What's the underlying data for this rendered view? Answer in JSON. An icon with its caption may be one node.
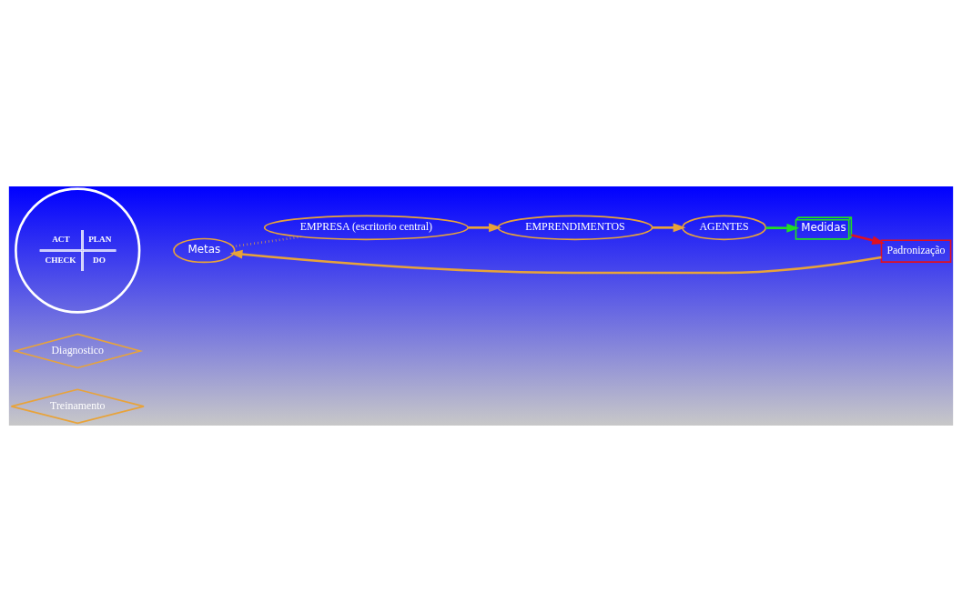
{
  "diagram": {
    "nodes": [
      {
        "text": [
          "Treinamento"
        ]
      },
      {
        "text": [
          "Diagnostico"
        ]
      },
      {
        "text": [
          "Metas"
        ]
      },
      {
        "text": [
          "EMPRESA (escritorio central)"
        ]
      },
      {
        "text": [
          "EMPRENDIMENTOS"
        ]
      },
      {
        "text": [
          "AGENTES"
        ]
      },
      {
        "text": [
          "ACT",
          "PLAN",
          "CHECK",
          "DO"
        ]
      },
      {
        "text": [
          "Padronização"
        ]
      },
      {
        "text": [
          "Medidas"
        ]
      }
    ],
    "edges": [
      {
        "from": 7,
        "to": 2,
        "arrow": "to"
      },
      {
        "from": 2,
        "to": 3,
        "arrow": "none",
        "style": "dashed"
      },
      {
        "from": 3,
        "to": 4,
        "arrow": "to"
      },
      {
        "from": 4,
        "to": 5,
        "arrow": "to"
      },
      {
        "from": 5,
        "to": 8,
        "arrow": "to",
        "color": "#22dd22"
      },
      {
        "from": 8,
        "to": 7,
        "arrow": "to",
        "color": "#e01020"
      }
    ]
  }
}
